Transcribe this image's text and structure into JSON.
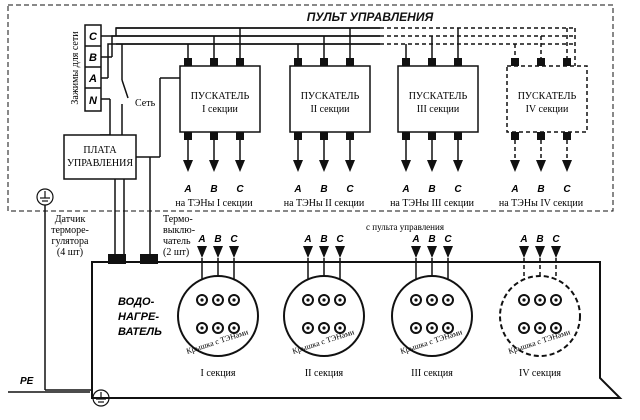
{
  "panel": {
    "title": "ПУЛЬТ УПРАВЛЕНИЯ"
  },
  "terminals": {
    "side_label": "Зажимы для сети",
    "letters": [
      "C",
      "B",
      "A",
      "N"
    ],
    "switch_label": "Сеть"
  },
  "control_board": {
    "line1": "ПЛАТА",
    "line2": "УПРАВЛЕНИЯ"
  },
  "starters": [
    {
      "title": "ПУСКАТЕЛЬ",
      "section": "I секции",
      "dashed": false
    },
    {
      "title": "ПУСКАТЕЛЬ",
      "section": "II секции",
      "dashed": false
    },
    {
      "title": "ПУСКАТЕЛЬ",
      "section": "III секции",
      "dashed": false
    },
    {
      "title": "ПУСКАТЕЛЬ",
      "section": "IV секции",
      "dashed": true
    }
  ],
  "phases": [
    "A",
    "B",
    "C"
  ],
  "outputs": [
    "на ТЭНы I секции",
    "на ТЭНы II секции",
    "на ТЭНы III секции",
    "на ТЭНы IV секции"
  ],
  "sensors": {
    "thermo_regulator": [
      "Датчик",
      "терморе-",
      "гулятора",
      "(4 шт)"
    ],
    "thermo_switch": [
      "Термо-",
      "выклю-",
      "чатель",
      "(2 шт)"
    ]
  },
  "from_panel": "с пульта управления",
  "heater": {
    "label": [
      "ВОДО-",
      "НАГРЕ-",
      "ВАТЕЛЬ"
    ]
  },
  "covers": [
    {
      "arc_label": "Крышка с ТЭНами",
      "section": "I секция",
      "dashed": false
    },
    {
      "arc_label": "Крышка с ТЭНами",
      "section": "II секция",
      "dashed": false
    },
    {
      "arc_label": "Крышка с ТЭНами",
      "section": "III секция",
      "dashed": false
    },
    {
      "arc_label": "Крышка с ТЭНами",
      "section": "IV секция",
      "dashed": true
    }
  ],
  "pe_label": "PE",
  "icons": {
    "ground": "ground-icon",
    "arrow": "arrow-down-icon"
  }
}
